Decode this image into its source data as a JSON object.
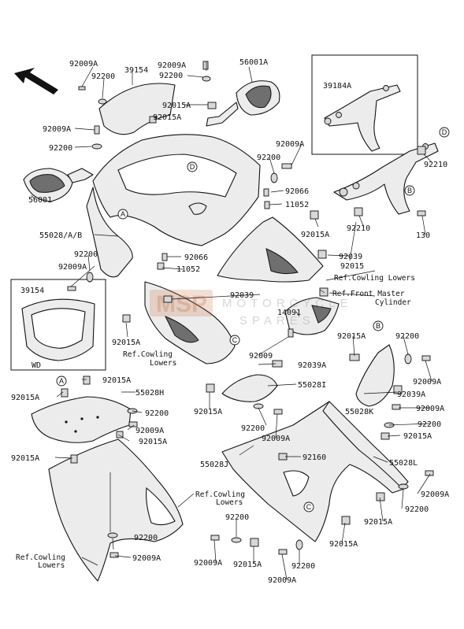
{
  "diagram": {
    "part_labels": {
      "p_92009A_1": "92009A",
      "p_39154_1": "39154",
      "p_92009A_2": "92009A",
      "p_56001A": "56001A",
      "p_92200_1": "92200",
      "p_92200_2": "92200",
      "p_92015A_1": "92015A",
      "p_92015A_2": "92015A",
      "p_92009A_3": "92009A",
      "p_92200_3": "92200",
      "p_39184A": "39184A",
      "p_92009A_4": "92009A",
      "p_92200_4": "92200",
      "p_92066_1": "92066",
      "p_11052_1": "11052",
      "p_92210_1": "92210",
      "p_56001": "56001",
      "p_55028AB": "55028/A/B",
      "p_92015A_3": "92015A",
      "p_92210_2": "92210",
      "p_130": "130",
      "p_92200_5": "92200",
      "p_92009A_5": "92009A",
      "p_92066_2": "92066",
      "p_11052_2": "11052",
      "p_92039_1": "92039",
      "p_92015_1": "92015",
      "p_39154_2": "39154",
      "p_92039_2": "92039",
      "p_14091": "14091",
      "p_92015A_4": "92015A",
      "p_92015A_5": "92015A",
      "p_92200_6": "92200",
      "p_92009_1": "92009",
      "p_92039A_1": "92039A",
      "p_92009A_6": "92009A",
      "p_wd": "WD",
      "p_92015A_6": "92015A",
      "p_55028H": "55028H",
      "p_92015A_7": "92015A",
      "p_55028I": "55028I",
      "p_92039A_2": "92039A",
      "p_92200_7": "92200",
      "p_92015A_8": "92015A",
      "p_92009A_7": "92009A",
      "p_55028K": "55028K",
      "p_92009A_8": "92009A",
      "p_92015A_9": "92015A",
      "p_92200_8": "92200",
      "p_92009A_9": "92009A",
      "p_92200_9": "92200",
      "p_92015A_10": "92015A",
      "p_92015A_11": "92015A",
      "p_55028J": "55028J",
      "p_92160": "92160",
      "p_55028L": "55028L",
      "p_92009A_10": "92009A",
      "p_92200_10": "92200",
      "p_92015A_12": "92015A",
      "p_92200_11": "92200",
      "p_92200_12": "92200",
      "p_92009A_11": "92009A",
      "p_92015A_13": "92015A",
      "p_92200_13": "92200",
      "p_92015A_14": "92015A",
      "p_92009A_12": "92009A",
      "p_92009A_13": "92009A"
    },
    "ref_labels": {
      "r_cowl_1": "Ref.Cowling Lowers",
      "r_fmc_1": "Ref.Front Master",
      "r_fmc_2": "Cylinder",
      "r_cowl_2a": "Ref.Cowling",
      "r_cowl_2b": "Lowers",
      "r_cowl_3a": "Ref.Cowling",
      "r_cowl_3b": "Lowers",
      "r_cowl_4a": "Ref.Cowling",
      "r_cowl_4b": "Lowers"
    },
    "callouts": {
      "c_A1": "A",
      "c_A2": "A",
      "c_B1": "B",
      "c_B2": "B",
      "c_C1": "C",
      "c_C2": "C",
      "c_D1": "D",
      "c_D2": "D"
    },
    "watermark": {
      "brand": "MSP",
      "line": "MOTORCYCLE",
      "line2": "SPARES"
    },
    "icons": {
      "direction": "front-arrow-icon"
    }
  }
}
